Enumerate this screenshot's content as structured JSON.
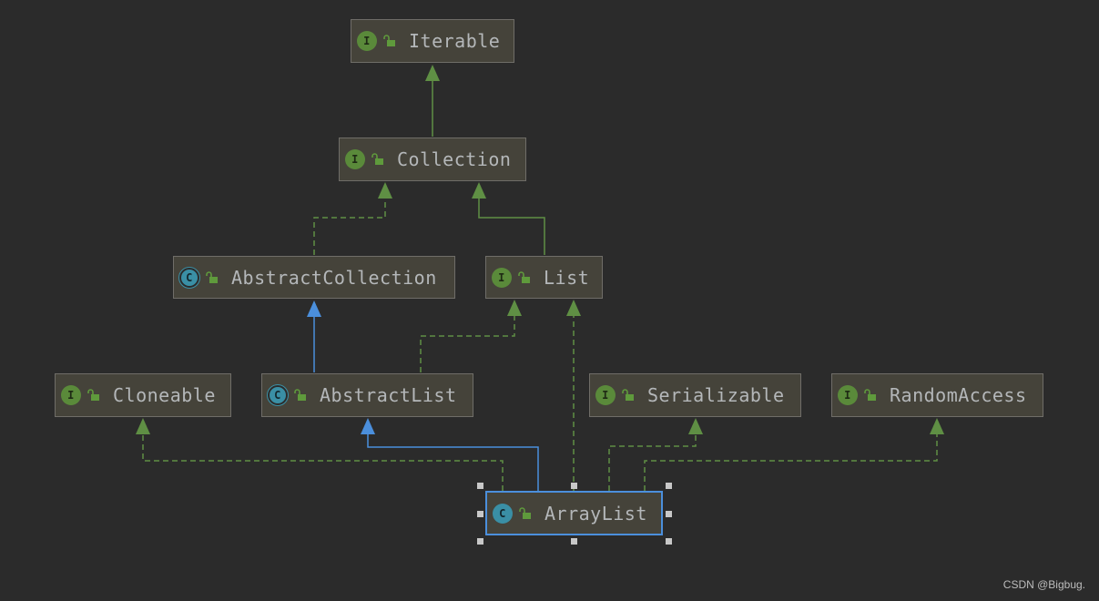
{
  "colors": {
    "background": "#2b2b2b",
    "node_fill": "#45433a",
    "node_border": "#6f6d68",
    "implements_edge": "#5f8f44",
    "extends_edge": "#4b8fdc",
    "selection": "#4b8fdc"
  },
  "nodes": {
    "iterable": {
      "label": "Iterable",
      "kind": "interface",
      "kind_glyph": "I",
      "icon": "interface-icon"
    },
    "collection": {
      "label": "Collection",
      "kind": "interface",
      "kind_glyph": "I",
      "icon": "interface-icon"
    },
    "abstract_collection": {
      "label": "AbstractCollection",
      "kind": "abstract-class",
      "kind_glyph": "C",
      "icon": "abstract-class-icon"
    },
    "list": {
      "label": "List",
      "kind": "interface",
      "kind_glyph": "I",
      "icon": "interface-icon"
    },
    "cloneable": {
      "label": "Cloneable",
      "kind": "interface",
      "kind_glyph": "I",
      "icon": "interface-icon"
    },
    "abstract_list": {
      "label": "AbstractList",
      "kind": "abstract-class",
      "kind_glyph": "C",
      "icon": "abstract-class-icon"
    },
    "serializable": {
      "label": "Serializable",
      "kind": "interface",
      "kind_glyph": "I",
      "icon": "interface-icon"
    },
    "random_access": {
      "label": "RandomAccess",
      "kind": "interface",
      "kind_glyph": "I",
      "icon": "interface-icon"
    },
    "array_list": {
      "label": "ArrayList",
      "kind": "class",
      "kind_glyph": "C",
      "icon": "class-icon",
      "selected": true
    }
  },
  "edges": [
    {
      "from": "collection",
      "to": "iterable",
      "type": "extends-interface"
    },
    {
      "from": "abstract_collection",
      "to": "collection",
      "type": "implements"
    },
    {
      "from": "list",
      "to": "collection",
      "type": "extends-interface"
    },
    {
      "from": "abstract_list",
      "to": "abstract_collection",
      "type": "extends"
    },
    {
      "from": "abstract_list",
      "to": "list",
      "type": "implements"
    },
    {
      "from": "array_list",
      "to": "cloneable",
      "type": "implements"
    },
    {
      "from": "array_list",
      "to": "abstract_list",
      "type": "extends"
    },
    {
      "from": "array_list",
      "to": "list",
      "type": "implements"
    },
    {
      "from": "array_list",
      "to": "serializable",
      "type": "implements"
    },
    {
      "from": "array_list",
      "to": "random_access",
      "type": "implements"
    }
  ],
  "watermark": "CSDN @Bigbug."
}
